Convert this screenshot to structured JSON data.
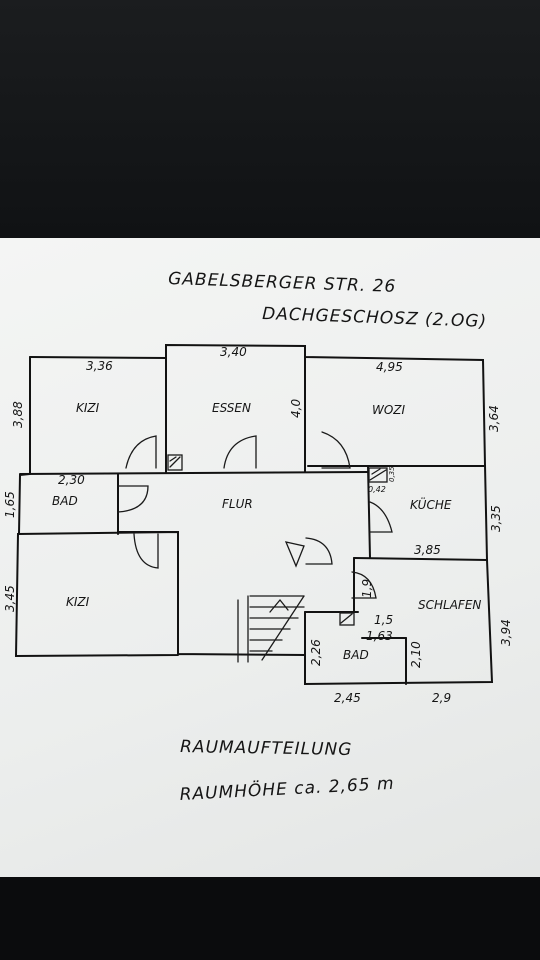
{
  "header": {
    "address": "GABELSBERGER STR. 26",
    "floor": "DACHGESCHOSZ (2.OG)"
  },
  "footer": {
    "title": "RAUMAUFTEILUNG",
    "height_note": "RAUMHÖHE ca. 2,65 m"
  },
  "rooms": {
    "kizi_top": "KIZI",
    "essen": "ESSEN",
    "wozi": "WOZI",
    "bad_left": "BAD",
    "flur": "FLUR",
    "kueche": "KÜCHE",
    "kizi_bottom": "KIZI",
    "schlafen": "SCHLAFEN",
    "bad_small": "BAD"
  },
  "dimensions": {
    "kizi_top_width": "3,36",
    "kizi_top_height": "3,88",
    "essen_width": "3,40",
    "essen_depth": "4,0",
    "wozi_width": "4,95",
    "wozi_height": "3,64",
    "bad_left_width": "2,30",
    "bad_left_height": "1,65",
    "kizi_bottom_height": "3,45",
    "kueche_width": "3,85",
    "kueche_height": "3,35",
    "schacht_a": "0,42",
    "schacht_b": "0,35",
    "schlafen_height": "3,94",
    "door_width": "1,9",
    "bad_small_width_a": "1,5",
    "bad_small_width_b": "1,63",
    "bad_small_height_left": "2,26",
    "bad_small_height_right": "2,10",
    "bottom_left": "2,45",
    "bottom_right": "2,9"
  }
}
